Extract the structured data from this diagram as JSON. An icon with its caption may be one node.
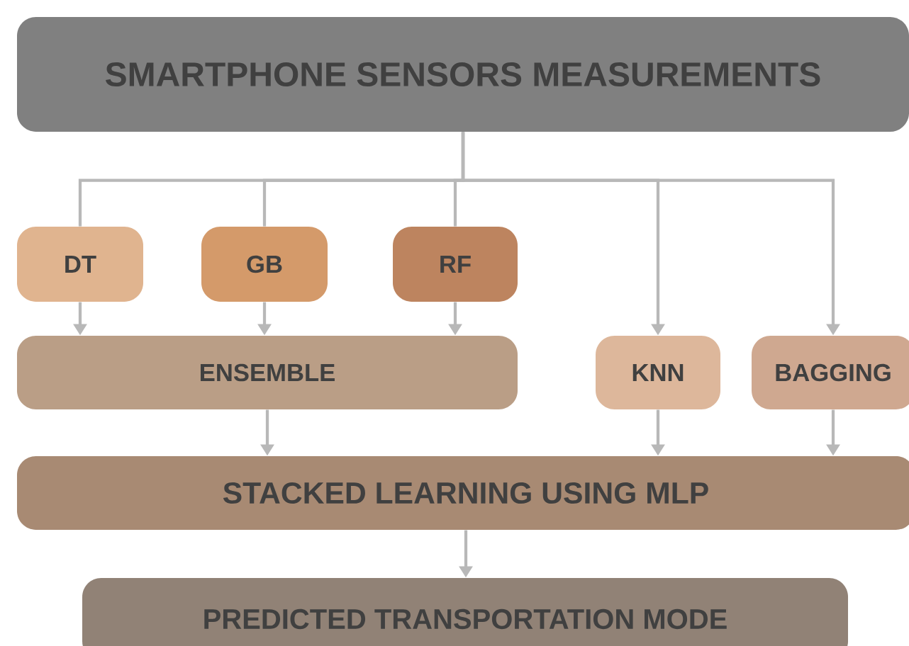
{
  "diagram": {
    "nodes": [
      {
        "text": [
          "SMARTPHONE SENSORS MEASUREMENTS"
        ]
      },
      {
        "text": [
          "DT"
        ]
      },
      {
        "text": [
          "GB"
        ]
      },
      {
        "text": [
          "RF"
        ]
      },
      {
        "text": [
          "ENSEMBLE"
        ]
      },
      {
        "text": [
          "KNN"
        ]
      },
      {
        "text": [
          "BAGGING"
        ]
      },
      {
        "text": [
          "STACKED LEARNING USING MLP"
        ]
      },
      {
        "text": [
          "PREDICTED TRANSPORTATION MODE"
        ]
      }
    ],
    "edges": [
      {
        "from": 0,
        "to": 1,
        "arrow": "none"
      },
      {
        "from": 0,
        "to": 2,
        "arrow": "none"
      },
      {
        "from": 0,
        "to": 3,
        "arrow": "none"
      },
      {
        "from": 0,
        "to": 5,
        "arrow": "to"
      },
      {
        "from": 0,
        "to": 6,
        "arrow": "to"
      },
      {
        "from": 1,
        "to": 4,
        "arrow": "to"
      },
      {
        "from": 2,
        "to": 4,
        "arrow": "to"
      },
      {
        "from": 3,
        "to": 4,
        "arrow": "to"
      },
      {
        "from": 4,
        "to": 7,
        "arrow": "to"
      },
      {
        "from": 5,
        "to": 7,
        "arrow": "to"
      },
      {
        "from": 6,
        "to": 7,
        "arrow": "to"
      },
      {
        "from": 7,
        "to": 8,
        "arrow": "to"
      }
    ]
  }
}
